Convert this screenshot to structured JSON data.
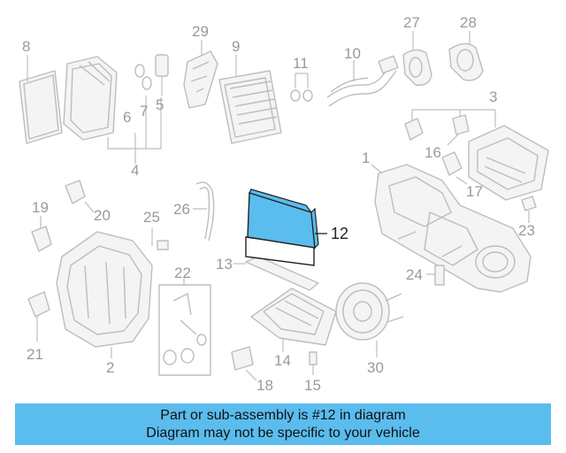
{
  "diagram": {
    "highlight_color": "#5bbcee",
    "callouts": {
      "c1": "1",
      "c2": "2",
      "c3": "3",
      "c4": "4",
      "c5": "5",
      "c6": "6",
      "c7": "7",
      "c8": "8",
      "c9": "9",
      "c10": "10",
      "c11": "11",
      "c12": "12",
      "c13": "13",
      "c14": "14",
      "c15": "15",
      "c16": "16",
      "c17": "17",
      "c18": "18",
      "c19": "19",
      "c20": "20",
      "c21": "21",
      "c22": "22",
      "c23": "23",
      "c24": "24",
      "c25": "25",
      "c26": "26",
      "c27": "27",
      "c28": "28",
      "c29": "29",
      "c30": "30"
    }
  },
  "banner": {
    "line1": "Part or sub-assembly is #12 in diagram",
    "line2": "Diagram may not be specific to your vehicle"
  }
}
